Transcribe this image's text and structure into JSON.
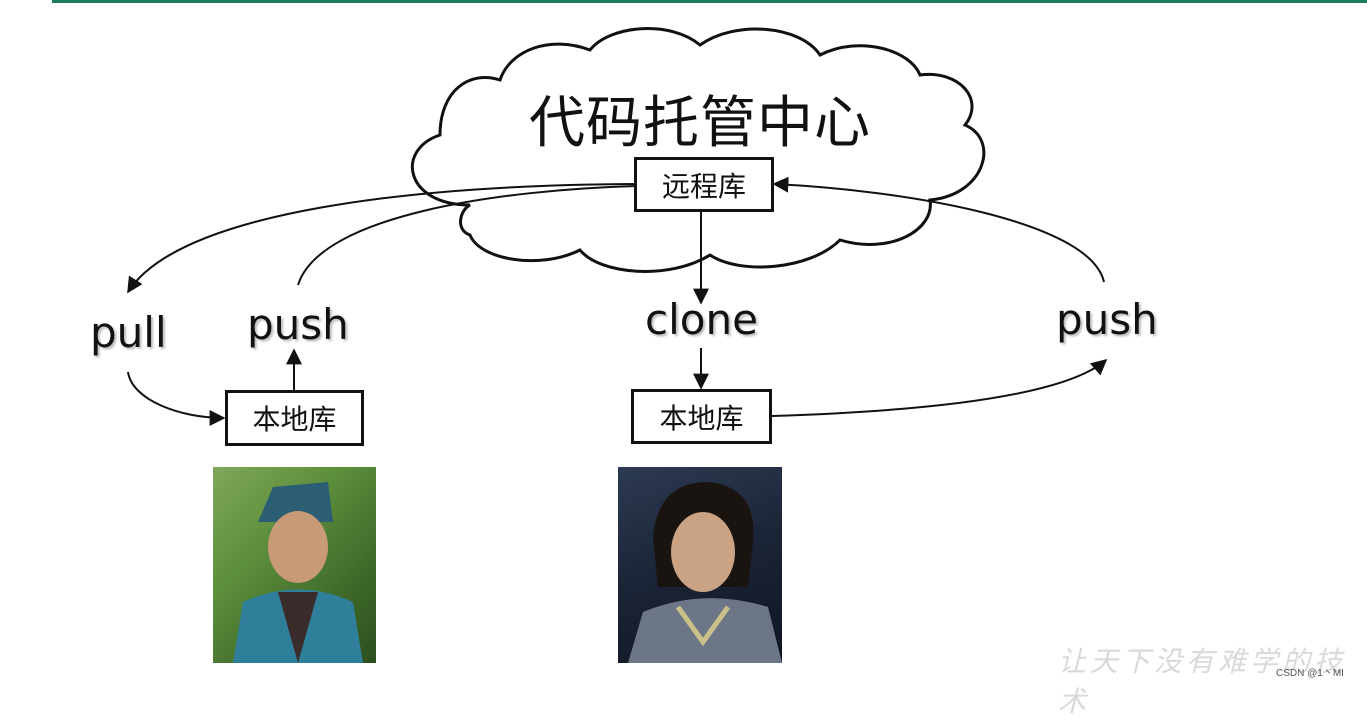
{
  "cloud": {
    "title": "代码托管中心"
  },
  "remote_repo": {
    "label": "远程库"
  },
  "local_left": {
    "label": "本地库"
  },
  "local_right": {
    "label": "本地库"
  },
  "actions": {
    "pull": "pull",
    "push_left": "push",
    "clone": "clone",
    "push_right": "push"
  },
  "watermark": "让天下没有难学的技术",
  "credit": "CSDN @1丶MI",
  "colors": {
    "topbar": "#1a7a5e",
    "stroke": "#111111"
  }
}
